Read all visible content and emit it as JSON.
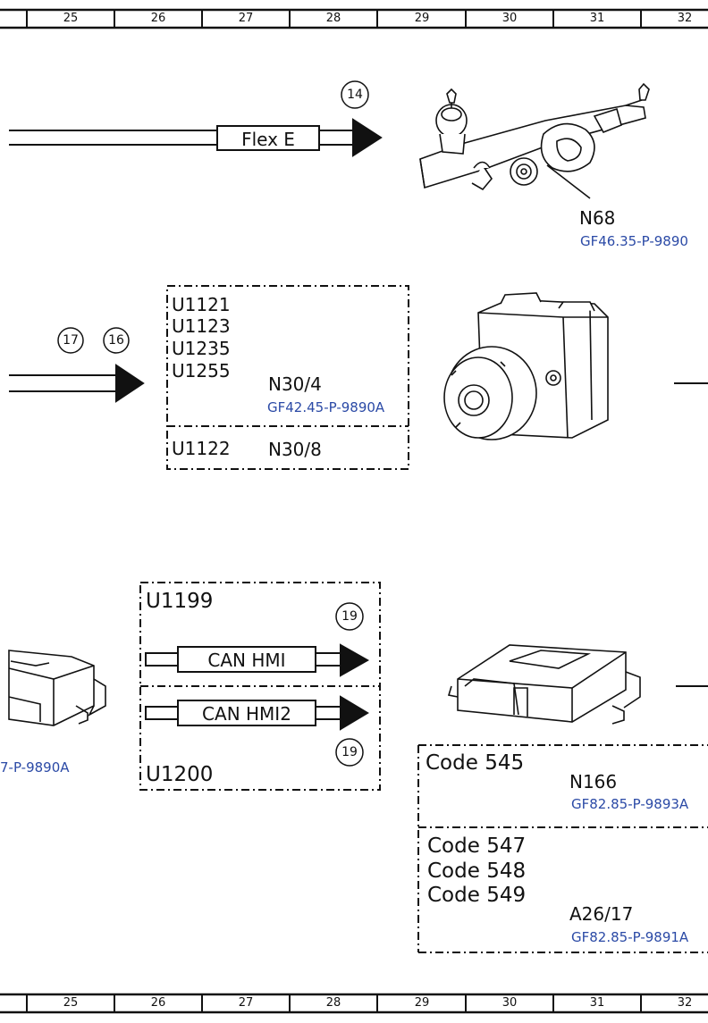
{
  "ruler": {
    "columns": [
      "25",
      "26",
      "27",
      "28",
      "29",
      "30",
      "31",
      "32"
    ]
  },
  "colors": {
    "line": "#111111",
    "reference_link": "#2b4aa6",
    "background": "#ffffff"
  },
  "icons": {
    "steering_gear": "steering-rack-illustration",
    "esp_unit": "hydraulic-unit-illustration",
    "control_unit": "control-module-illustration"
  },
  "row1": {
    "connector_marker": "14",
    "bus_label": "Flex E",
    "component_id": "N68",
    "component_ref": "GF46.35-P-9890"
  },
  "row2": {
    "connector_markers": [
      "17",
      "16"
    ],
    "fault_codes": [
      "U1121",
      "U1123",
      "U1235",
      "U1255"
    ],
    "component_id": "N30/4",
    "component_ref": "GF42.45-P-9890A",
    "sub_code": "U1122",
    "sub_component_id": "N30/8"
  },
  "row3": {
    "left_ref": "7-P-9890A",
    "top_code": "U1199",
    "top_marker": "19",
    "bus1_label": "CAN HMI",
    "bus2_label": "CAN HMI2",
    "bottom_marker": "19",
    "bottom_code": "U1200",
    "option1_code": "Code 545",
    "option1_component": "N166",
    "option1_ref": "GF82.85-P-9893A",
    "option2_codes": [
      "Code 547",
      "Code 548",
      "Code 549"
    ],
    "option2_component": "A26/17",
    "option2_ref": "GF82.85-P-9891A"
  }
}
